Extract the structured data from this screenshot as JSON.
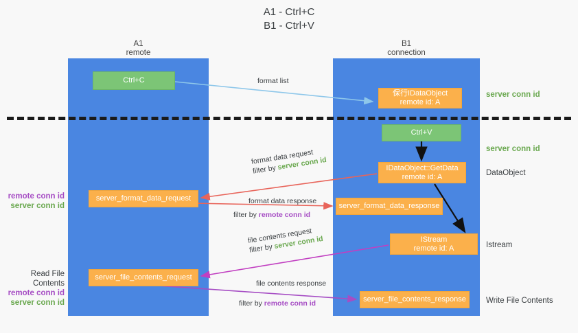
{
  "title": {
    "line1": "A1 - Ctrl+C",
    "line2": "B1 - Ctrl+V"
  },
  "lanes": [
    {
      "id": "a1",
      "name": "A1",
      "role": "remote",
      "color": "#4a86e1"
    },
    {
      "id": "b1",
      "name": "B1",
      "role": "connection",
      "color": "#4a86e1"
    }
  ],
  "nodes": {
    "ctrl_c": {
      "label": "Ctrl+C",
      "color": "#7cc576"
    },
    "data_object": {
      "label": "保行IDataObject",
      "sub": "remote id: A",
      "color": "#fbb04b"
    },
    "ctrl_v": {
      "label": "Ctrl+V",
      "color": "#7cc576"
    },
    "get_data": {
      "label": "IDataObject::GetData",
      "sub": "remote id: A",
      "color": "#fbb04b"
    },
    "istream": {
      "label": "IStream",
      "sub": "remote id: A",
      "color": "#fbb04b"
    },
    "server_format_data_request": {
      "label": "server_format_data_request",
      "color": "#fbb04b"
    },
    "server_format_data_response": {
      "label": "server_format_data_response",
      "color": "#fbb04b"
    },
    "server_file_contents_request": {
      "label": "server_file_contents_request",
      "color": "#fbb04b"
    },
    "server_file_contents_response": {
      "label": "server_file_contents_response",
      "color": "#fbb04b"
    }
  },
  "edge_labels": {
    "format_list": "format list",
    "format_data_request": "format data request",
    "format_data_request_filter_prefix": "filter by ",
    "format_data_request_filter_key": "server conn id",
    "format_data_response": "format data response",
    "format_data_response_filter_prefix": "filter by ",
    "format_data_response_filter_key": "remote conn id",
    "file_contents_request": "file contents request",
    "file_contents_request_filter_prefix": "filter by ",
    "file_contents_request_filter_key": "server conn id",
    "file_contents_response": "file contents response",
    "file_contents_response_filter_prefix": "filter by ",
    "file_contents_response_filter_key": "remote conn id"
  },
  "side_labels": {
    "server_conn_id_top": "server conn id",
    "server_conn_id_mid": "server conn id",
    "data_object": "DataObject",
    "istream": "Istream",
    "write_file_contents": "Write File Contents"
  },
  "left_labels": {
    "format_remote": "remote conn id",
    "format_server": "server conn id",
    "read_file_contents": "Read File Contents",
    "file_remote": "remote conn id",
    "file_server": "server conn id"
  },
  "colors": {
    "lane": "#4a86e1",
    "green_node": "#7cc576",
    "orange_node": "#fbb04b",
    "server_key": "#6aa84f",
    "remote_key": "#a64dc4",
    "arrow_blue": "#8ec7ea",
    "arrow_red": "#e8645a",
    "arrow_magenta": "#c13fc1",
    "arrow_purple": "#a64dc4",
    "arrow_black": "#111111",
    "background": "#f8f8f8"
  }
}
